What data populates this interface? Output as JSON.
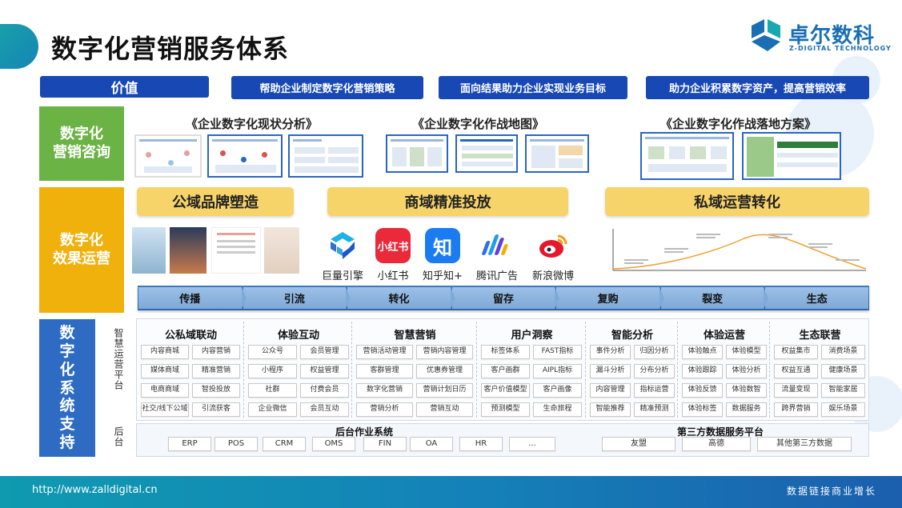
{
  "header": {
    "title": "数字化营销服务体系",
    "logo_cn": "卓尔数科",
    "logo_en": "Z-DIGITAL TECHNOLOGY"
  },
  "value_row": {
    "label": "价值",
    "items": [
      "帮助企业制定数字化营销策略",
      "面向结果助力企业实现业务目标",
      "助力企业积累数字资产，提高营销效率"
    ]
  },
  "consulting": {
    "label_line1": "数字化",
    "label_line2": "营销咨询",
    "docs": [
      "《企业数字化现状分析》",
      "《企业数字化作战地图》",
      "《企业数字化作战落地方案》"
    ]
  },
  "operations": {
    "label_line1": "数字化",
    "label_line2": "效果运营",
    "buttons": [
      "公域品牌塑造",
      "商域精准投放",
      "私域运营转化"
    ],
    "apps": [
      {
        "label": "巨量引擎",
        "icon": "juliang-engine-icon",
        "color": "#2e6fd1"
      },
      {
        "label": "小红书",
        "icon": "xiaohongshu-icon",
        "text": "小红书",
        "color": "#ea2a3b"
      },
      {
        "label": "知乎知+",
        "icon": "zhihu-icon",
        "text": "知",
        "color": "#1a7cf0"
      },
      {
        "label": "腾讯广告",
        "icon": "tencent-ads-icon",
        "color": "#2f6ee8"
      },
      {
        "label": "新浪微博",
        "icon": "weibo-icon",
        "color": "#e6162d"
      }
    ]
  },
  "stages": [
    "传播",
    "引流",
    "转化",
    "留存",
    "复购",
    "裂变",
    "生态"
  ],
  "system": {
    "label": "数字化系统支持",
    "vertical_platform": "智慧运营平台",
    "vertical_backend": "后台",
    "columns": [
      {
        "title": "公私域联动",
        "cells": [
          "内容商城",
          "内容营销",
          "媒体商域",
          "精准营销",
          "电商商域",
          "智投投放",
          "社交/线下公域",
          "引流获客"
        ]
      },
      {
        "title": "体验互动",
        "cells": [
          "公众号",
          "会员管理",
          "小程序",
          "权益管理",
          "社群",
          "付费会员",
          "企业微信",
          "会员互动"
        ]
      },
      {
        "title": "智慧营销",
        "cells": [
          "营销活动管理",
          "营销内容管理",
          "客群管理",
          "优惠券管理",
          "数字化营销",
          "营销计划日历",
          "营销分析",
          "营销互动"
        ]
      },
      {
        "title": "用户洞察",
        "cells": [
          "标签体系",
          "FAST指标",
          "客户画群",
          "AIPL指标",
          "客户价值模型",
          "客户画像",
          "预测模型",
          "生命旅程"
        ]
      },
      {
        "title": "智能分析",
        "cells": [
          "事件分析",
          "归因分析",
          "漏斗分析",
          "分布分析",
          "内容管理",
          "指标运营",
          "智能推荐",
          "精准预测"
        ]
      },
      {
        "title": "体验运营",
        "cells": [
          "体验触点",
          "体验模型",
          "体验跟踪",
          "体验分析",
          "体验反馈",
          "体验数智",
          "体验标签",
          "数据服务"
        ]
      },
      {
        "title": "生态联营",
        "cells": [
          "权益集市",
          "消费场景",
          "权益互通",
          "健康场景",
          "流量变现",
          "智能家居",
          "跨界营销",
          "娱乐场景"
        ]
      }
    ],
    "backend": {
      "title": "后台作业系统",
      "items": [
        "ERP",
        "POS",
        "CRM",
        "OMS",
        "FIN",
        "OA",
        "HR",
        "..."
      ]
    },
    "third_party": {
      "title": "第三方数据服务平台",
      "items": [
        "友盟",
        "高德",
        "其他第三方数据"
      ]
    }
  },
  "footer": {
    "url": "http://www.zalldigital.cn",
    "slogan": "数据链接商业增长"
  }
}
